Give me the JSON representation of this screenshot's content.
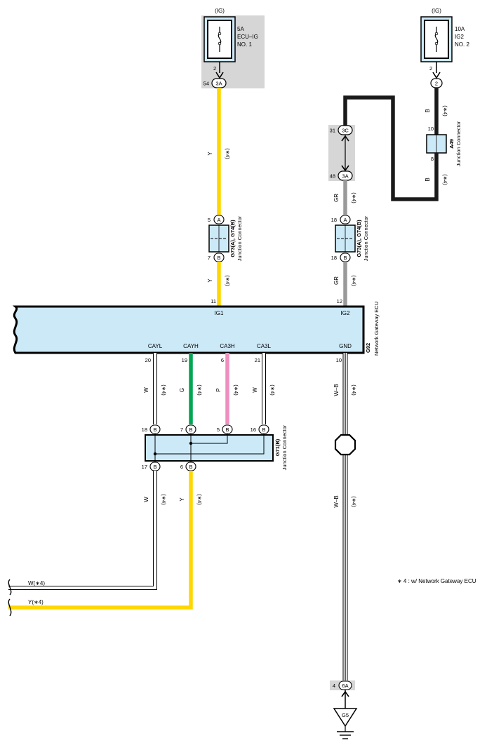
{
  "fuses": [
    {
      "supply": "(IG)",
      "rating": "5A",
      "name_line1": "ECU–IG",
      "name_line2": "NO. 1",
      "pin": "2"
    },
    {
      "supply": "(IG)",
      "rating": "10A",
      "name_line1": "IG2",
      "name_line2": "NO. 2",
      "pin": "2"
    }
  ],
  "connectors": {
    "fuse1_conn": {
      "code": "3A",
      "pin": "54"
    },
    "fuse2_conn": {
      "code": "2"
    },
    "jb_3c": {
      "code": "3C",
      "pin": "31"
    },
    "jb_3a": {
      "code": "3A",
      "pin": "48"
    },
    "g73_left": {
      "top_code": "A",
      "top_pin": "5",
      "bottom_code": "B",
      "bottom_pin": "7",
      "name": "G73(A), G74(B)",
      "desc": "Junction Connector"
    },
    "g73_right": {
      "top_code": "A",
      "top_pin": "18",
      "bottom_code": "B",
      "bottom_pin": "18",
      "name": "G73(A), G74(B)",
      "desc": "Junction Connector"
    },
    "a49": {
      "top_pin": "10",
      "bottom_pin": "8",
      "name": "A49",
      "desc": "Junction Connector"
    },
    "g71": {
      "name": "G71(B)",
      "desc": "Junction Connector",
      "code": "B",
      "top_pins": [
        "18",
        "7",
        "5",
        "16"
      ],
      "bottom_pins": [
        "17",
        "6"
      ]
    },
    "ground_conn": {
      "code": "6A",
      "pin": "4"
    }
  },
  "ecu": {
    "name": "G92",
    "desc": "Network Gateway ECU",
    "ig1_label": "IG1",
    "ig1_pin": "11",
    "ig2_label": "IG2",
    "ig2_pin": "12",
    "bottom_pins": [
      {
        "label": "CAYL",
        "pin": "20"
      },
      {
        "label": "CAYH",
        "pin": "19"
      },
      {
        "label": "CA3H",
        "pin": "6"
      },
      {
        "label": "CA3L",
        "pin": "21"
      },
      {
        "label": "GND",
        "pin": "10"
      }
    ]
  },
  "wires": {
    "yellow_color": "Y",
    "gray_color": "GR",
    "black_color": "B",
    "white_color": "W",
    "green_color": "G",
    "pink_color": "P",
    "white_black_color": "W–B",
    "note_tag": "(∗4)"
  },
  "exits": {
    "w_label": "W(∗4)",
    "y_label": "Y(∗4)"
  },
  "ground": {
    "name": "G5"
  },
  "footnote": "∗ 4 : w/ Network Gateway ECU",
  "colors": {
    "yellow": "#ffd700",
    "gray": "#9a9a9a",
    "black": "#1a1a1a",
    "green": "#00a650",
    "pink": "#ef8fbf",
    "light_blue": "#cce9f8",
    "shade": "#d6d6d6",
    "white": "#ffffff"
  }
}
